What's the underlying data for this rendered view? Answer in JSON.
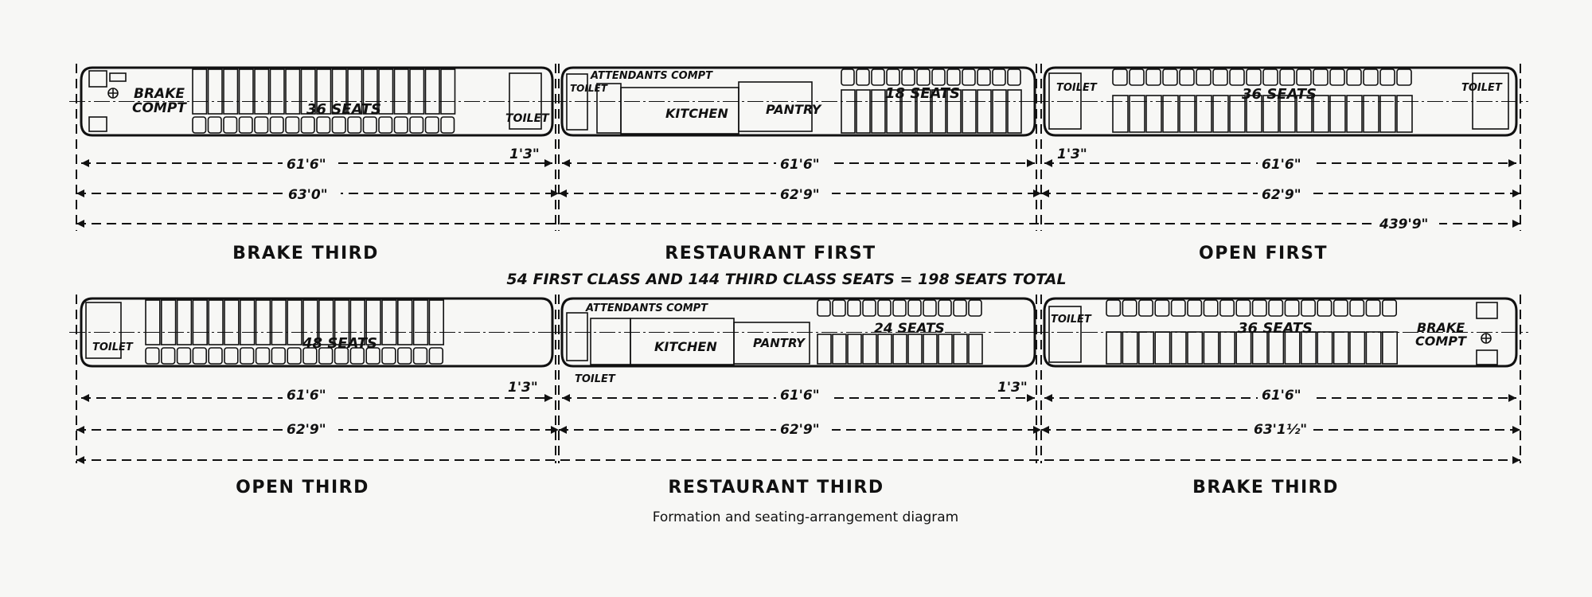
{
  "coaches": {
    "c1": {
      "name": "BRAKE THIRD",
      "brake": "BRAKE",
      "compt": "COMPT",
      "seats": "36 SEATS",
      "toilet": "TOILET"
    },
    "c2": {
      "name": "RESTAURANT FIRST",
      "attendants": "ATTENDANTS COMPT",
      "toilet": "TOILET",
      "kitchen": "KITCHEN",
      "pantry": "PANTRY",
      "seats": "18 SEATS"
    },
    "c3": {
      "name": "OPEN FIRST",
      "toilet1": "TOILET",
      "seats": "36 SEATS",
      "toilet2": "TOILET"
    },
    "c4": {
      "name": "OPEN THIRD",
      "toilet": "TOILET",
      "seats": "48 SEATS"
    },
    "c5": {
      "name": "RESTAURANT THIRD",
      "attendants": "ATTENDANTS COMPT",
      "toilet": "TOILET",
      "kitchen": "KITCHEN",
      "pantry": "PANTRY",
      "seats": "24 SEATS"
    },
    "c6": {
      "name": "BRAKE THIRD",
      "toilet": "TOILET",
      "seats": "36 SEATS",
      "brake": "BRAKE",
      "compt": "COMPT"
    }
  },
  "dimensions": {
    "top": {
      "body1": "61'6\"",
      "body2": "61'6\"",
      "body3": "61'6\"",
      "gap1": "1'3\"",
      "gap2": "1'3\"",
      "over1": "63'0\"",
      "over2": "62'9\"",
      "over3": "62'9\"",
      "total": "439'9\""
    },
    "bottom": {
      "body1": "61'6\"",
      "body2": "61'6\"",
      "body3": "61'6\"",
      "gap1": "1'3\"",
      "gap2": "1'3\"",
      "over1": "62'9\"",
      "over2": "62'9\"",
      "over3": "63'1½\""
    }
  },
  "summary": "54 FIRST CLASS AND 144 THIRD CLASS SEATS = 198 SEATS TOTAL",
  "caption": "Formation and seating-arrangement diagram"
}
